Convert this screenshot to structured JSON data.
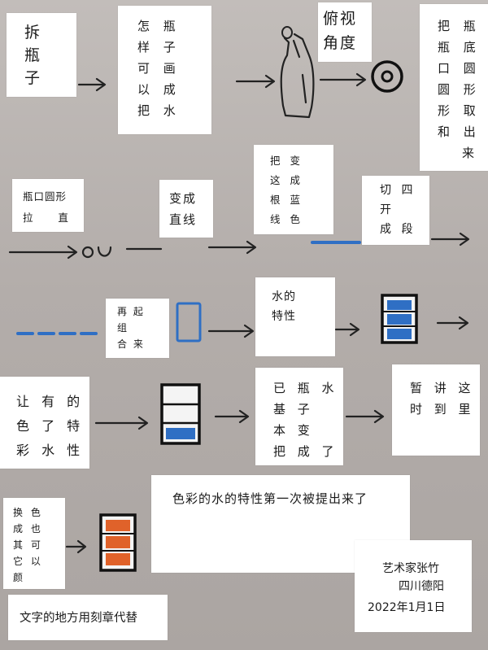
{
  "row1": {
    "n1": [
      "拆",
      "瓶",
      "子"
    ],
    "n2": [
      "怎 瓶",
      "样 子",
      "可 画",
      "以 成",
      "把 水"
    ],
    "n3": [
      "俯视",
      "角度"
    ],
    "n4": [
      "把 瓶",
      "瓶 底",
      "口 圆",
      "圆 形",
      "形 取",
      "和 出",
      "来"
    ]
  },
  "row2": {
    "n5": [
      "瓶口圆形",
      "拉      直"
    ],
    "n6": [
      "变成",
      "直线"
    ],
    "n7": [
      "把 变",
      "这 成",
      "根 蓝",
      "线 色"
    ],
    "n8": [
      "切 四",
      "开",
      "成 段"
    ]
  },
  "row3": {
    "n9": [
      "再 起",
      "组",
      "合 来"
    ],
    "n10": [
      "水的",
      "特性"
    ]
  },
  "row4": {
    "n11": [
      "让 有 的",
      "色 了 特",
      "彩 水 性"
    ],
    "n12": [
      "已 瓶 水",
      "基 子",
      "本 变",
      "把 成 了"
    ],
    "n13": [
      "暂 讲 这",
      "时 到 里"
    ]
  },
  "row5": {
    "n14": [
      "换 色",
      "成 也",
      "其 可",
      "它 以",
      "颜"
    ],
    "n15": "色彩的水的特性第一次被提出来了",
    "n16": [
      "艺术家张竹",
      "四川德阳",
      "2022年1月1日"
    ],
    "n17": "文字的地方用刻章代替"
  },
  "colors": {
    "paper": "#b7b1ae",
    "note": "#ffffff",
    "ink": "#222222",
    "blue": "#2f6fc4",
    "orange": "#e0622a"
  }
}
